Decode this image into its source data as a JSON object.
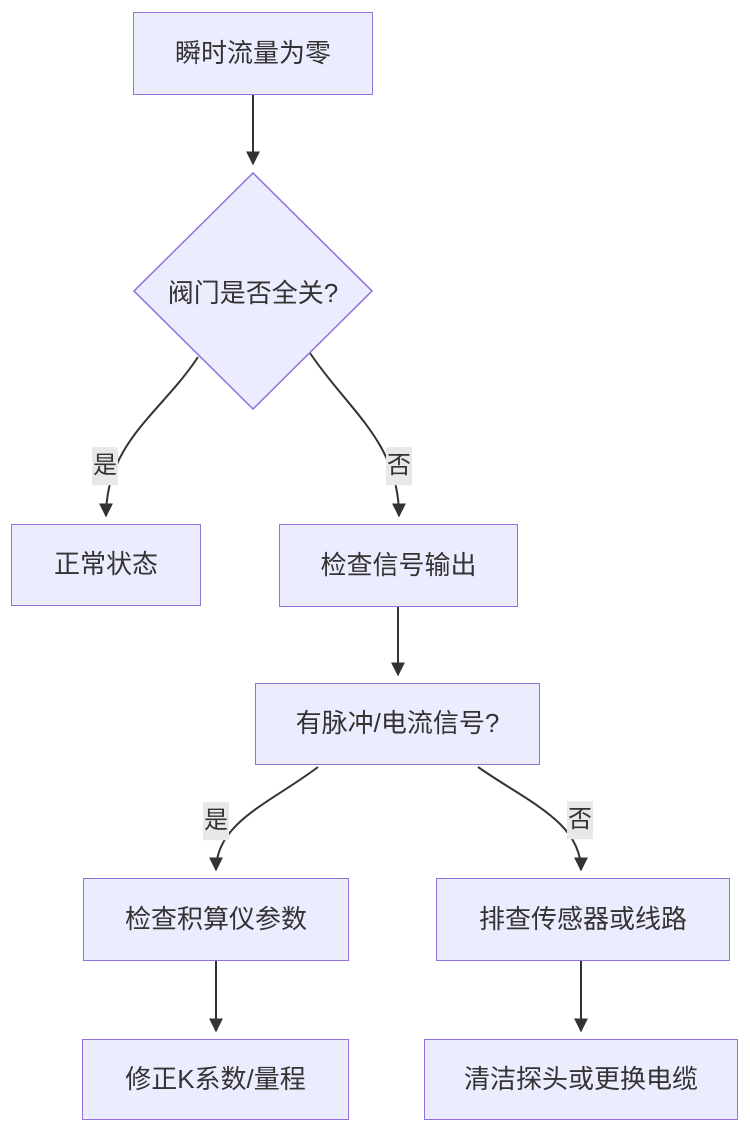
{
  "diagram": {
    "type": "flowchart",
    "direction": "top-down",
    "nodes": {
      "start": {
        "shape": "rect",
        "label": "瞬时流量为零"
      },
      "valve_decision": {
        "shape": "diamond",
        "label": "阀门是否全关?"
      },
      "normal": {
        "shape": "rect",
        "label": "正常状态"
      },
      "check_signal": {
        "shape": "rect",
        "label": "检查信号输出"
      },
      "signal_decision": {
        "shape": "rect",
        "label": "有脉冲/电流信号?"
      },
      "check_totalizer": {
        "shape": "rect",
        "label": "检查积算仪参数"
      },
      "check_sensor": {
        "shape": "rect",
        "label": "排查传感器或线路"
      },
      "fix_k": {
        "shape": "rect",
        "label": "修正K系数/量程"
      },
      "clean_probe": {
        "shape": "rect",
        "label": "清洁探头或更换电缆"
      }
    },
    "edges": [
      {
        "from": "start",
        "to": "valve_decision",
        "label": ""
      },
      {
        "from": "valve_decision",
        "to": "normal",
        "label": "是"
      },
      {
        "from": "valve_decision",
        "to": "check_signal",
        "label": "否"
      },
      {
        "from": "check_signal",
        "to": "signal_decision",
        "label": ""
      },
      {
        "from": "signal_decision",
        "to": "check_totalizer",
        "label": "是"
      },
      {
        "from": "signal_decision",
        "to": "check_sensor",
        "label": "否"
      },
      {
        "from": "check_totalizer",
        "to": "fix_k",
        "label": ""
      },
      {
        "from": "check_sensor",
        "to": "clean_probe",
        "label": ""
      }
    ],
    "colors": {
      "node_fill": "#ECECFF",
      "node_border": "#9370DB",
      "edge_stroke": "#333333",
      "edge_label_bg": "#e8e8e8",
      "text": "#333333",
      "background": "#ffffff"
    }
  }
}
